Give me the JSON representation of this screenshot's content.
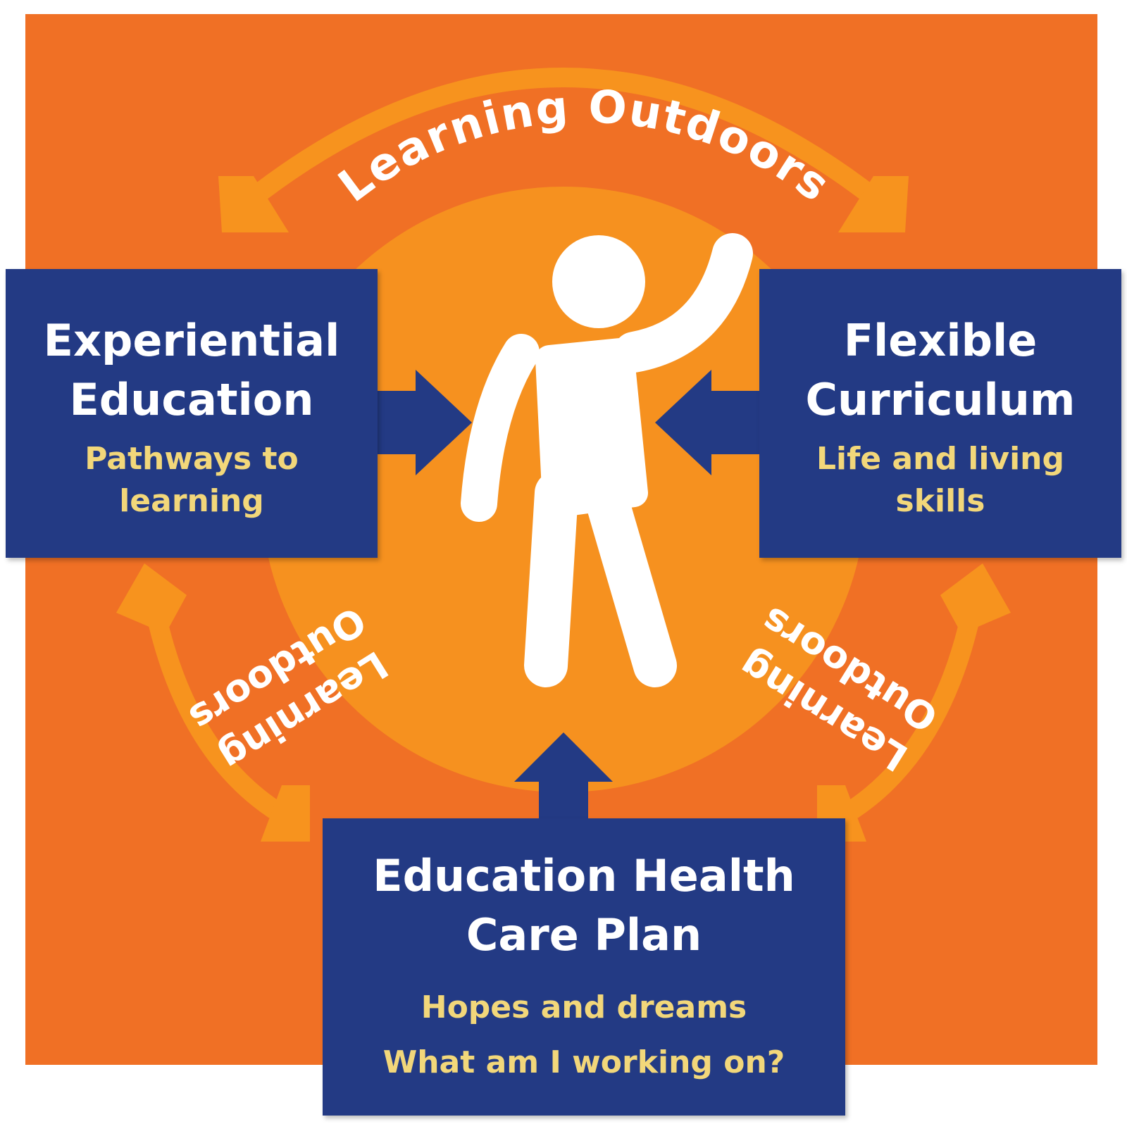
{
  "colors": {
    "outer_background": "#f07025",
    "inner_circle": "#f6911f",
    "box_fill": "#233a84",
    "title_text": "#ffffff",
    "subtitle_text": "#f2d77a",
    "figure": "#ffffff"
  },
  "cycle_labels": {
    "top": "Learning Outdoors",
    "left_line1": "Learning",
    "left_line2": "Outdoors",
    "right_line1": "Learning",
    "right_line2": "Outdoors"
  },
  "left_box": {
    "title_line1": "Experiential",
    "title_line2": "Education",
    "sub_line1": "Pathways to",
    "sub_line2": "learning"
  },
  "right_box": {
    "title_line1": "Flexible",
    "title_line2": "Curriculum",
    "sub_line1": "Life and living",
    "sub_line2": "skills"
  },
  "bottom_box": {
    "title_line1": "Education Health",
    "title_line2": "Care Plan",
    "sub_line1": "Hopes and dreams",
    "sub_line2": "What am I working on?"
  },
  "center_figure": "person-waving-icon"
}
